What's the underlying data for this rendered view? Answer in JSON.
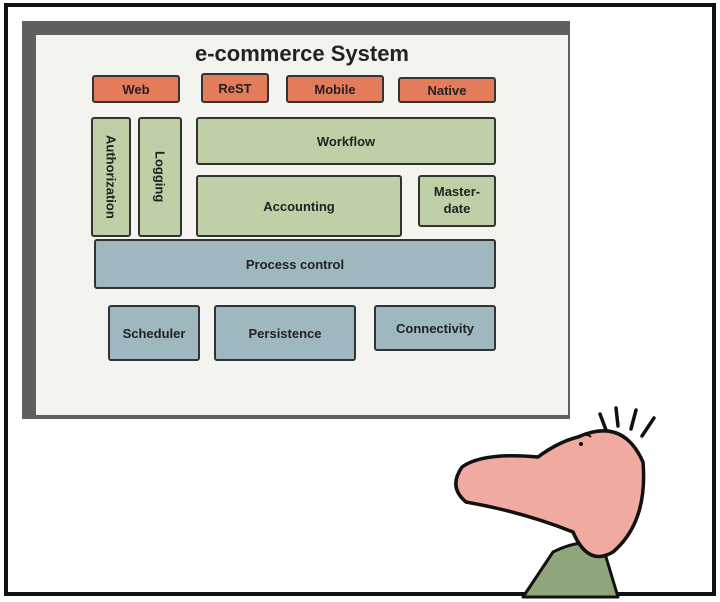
{
  "diagram": {
    "title": "e-commerce System",
    "layers": {
      "clients": [
        "Web",
        "ReST",
        "Mobile",
        "Native"
      ],
      "cross_cutting": [
        "Authorization",
        "Logging"
      ],
      "business": [
        "Workflow",
        "Accounting",
        "Master-\ndate"
      ],
      "process": "Process control",
      "infrastructure": [
        "Scheduler",
        "Persistence",
        "Connectivity"
      ]
    }
  },
  "colors": {
    "client": "#e47b5b",
    "business": "#bfcfa6",
    "infrastructure": "#9fb8bf"
  }
}
